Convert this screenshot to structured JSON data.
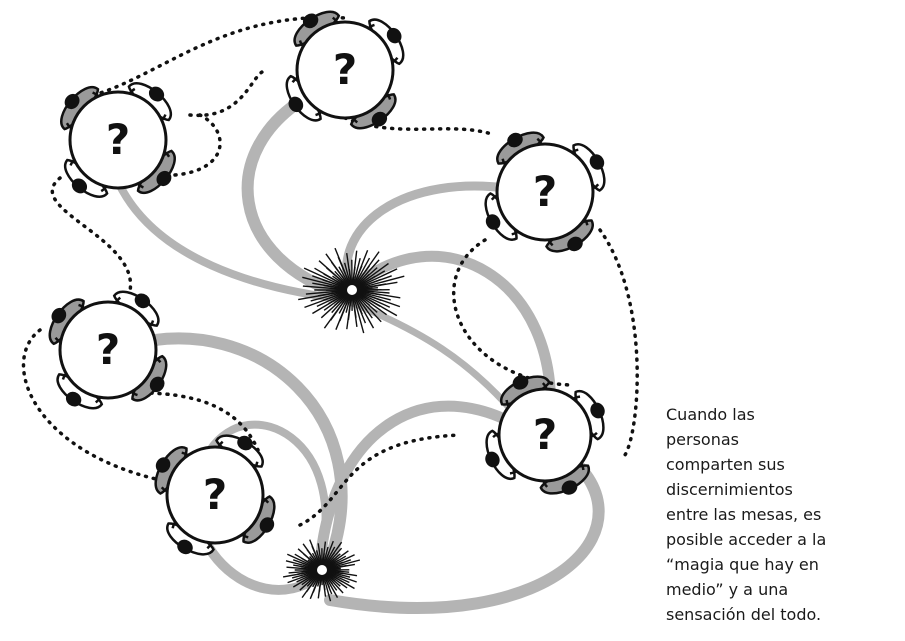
{
  "caption": {
    "lines": [
      "Cuando las",
      "personas",
      "comparten sus",
      "discernimientos",
      "entre las mesas, es",
      "posible acceder a la",
      "“magia que hay en",
      "medio” y a una",
      "sensación del todo."
    ]
  },
  "tables": [
    {
      "mark": "?"
    },
    {
      "mark": "?"
    },
    {
      "mark": "?"
    },
    {
      "mark": "?"
    },
    {
      "mark": "?"
    },
    {
      "mark": "?"
    }
  ],
  "colors": {
    "ink": "#111111",
    "swirl": "#b4b4b4",
    "paper": "#ffffff"
  }
}
